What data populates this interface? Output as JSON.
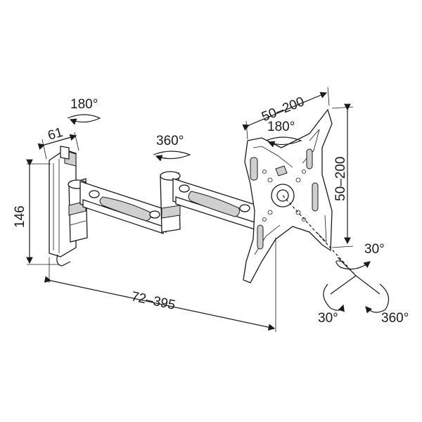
{
  "labels": {
    "wall_rotation": "180°",
    "wall_depth": "61",
    "arm_rotation": "360°",
    "height": "146",
    "extension": "72–395",
    "vesa_horizontal": "50–200",
    "plate_rotation": "180°",
    "vesa_vertical": "50–200",
    "tilt_up": "30°",
    "tilt_side": "30°",
    "spin": "360°"
  },
  "colors": {
    "ink": "#1a1a1a",
    "shade": "#cfcfcf",
    "background": "#ffffff"
  }
}
